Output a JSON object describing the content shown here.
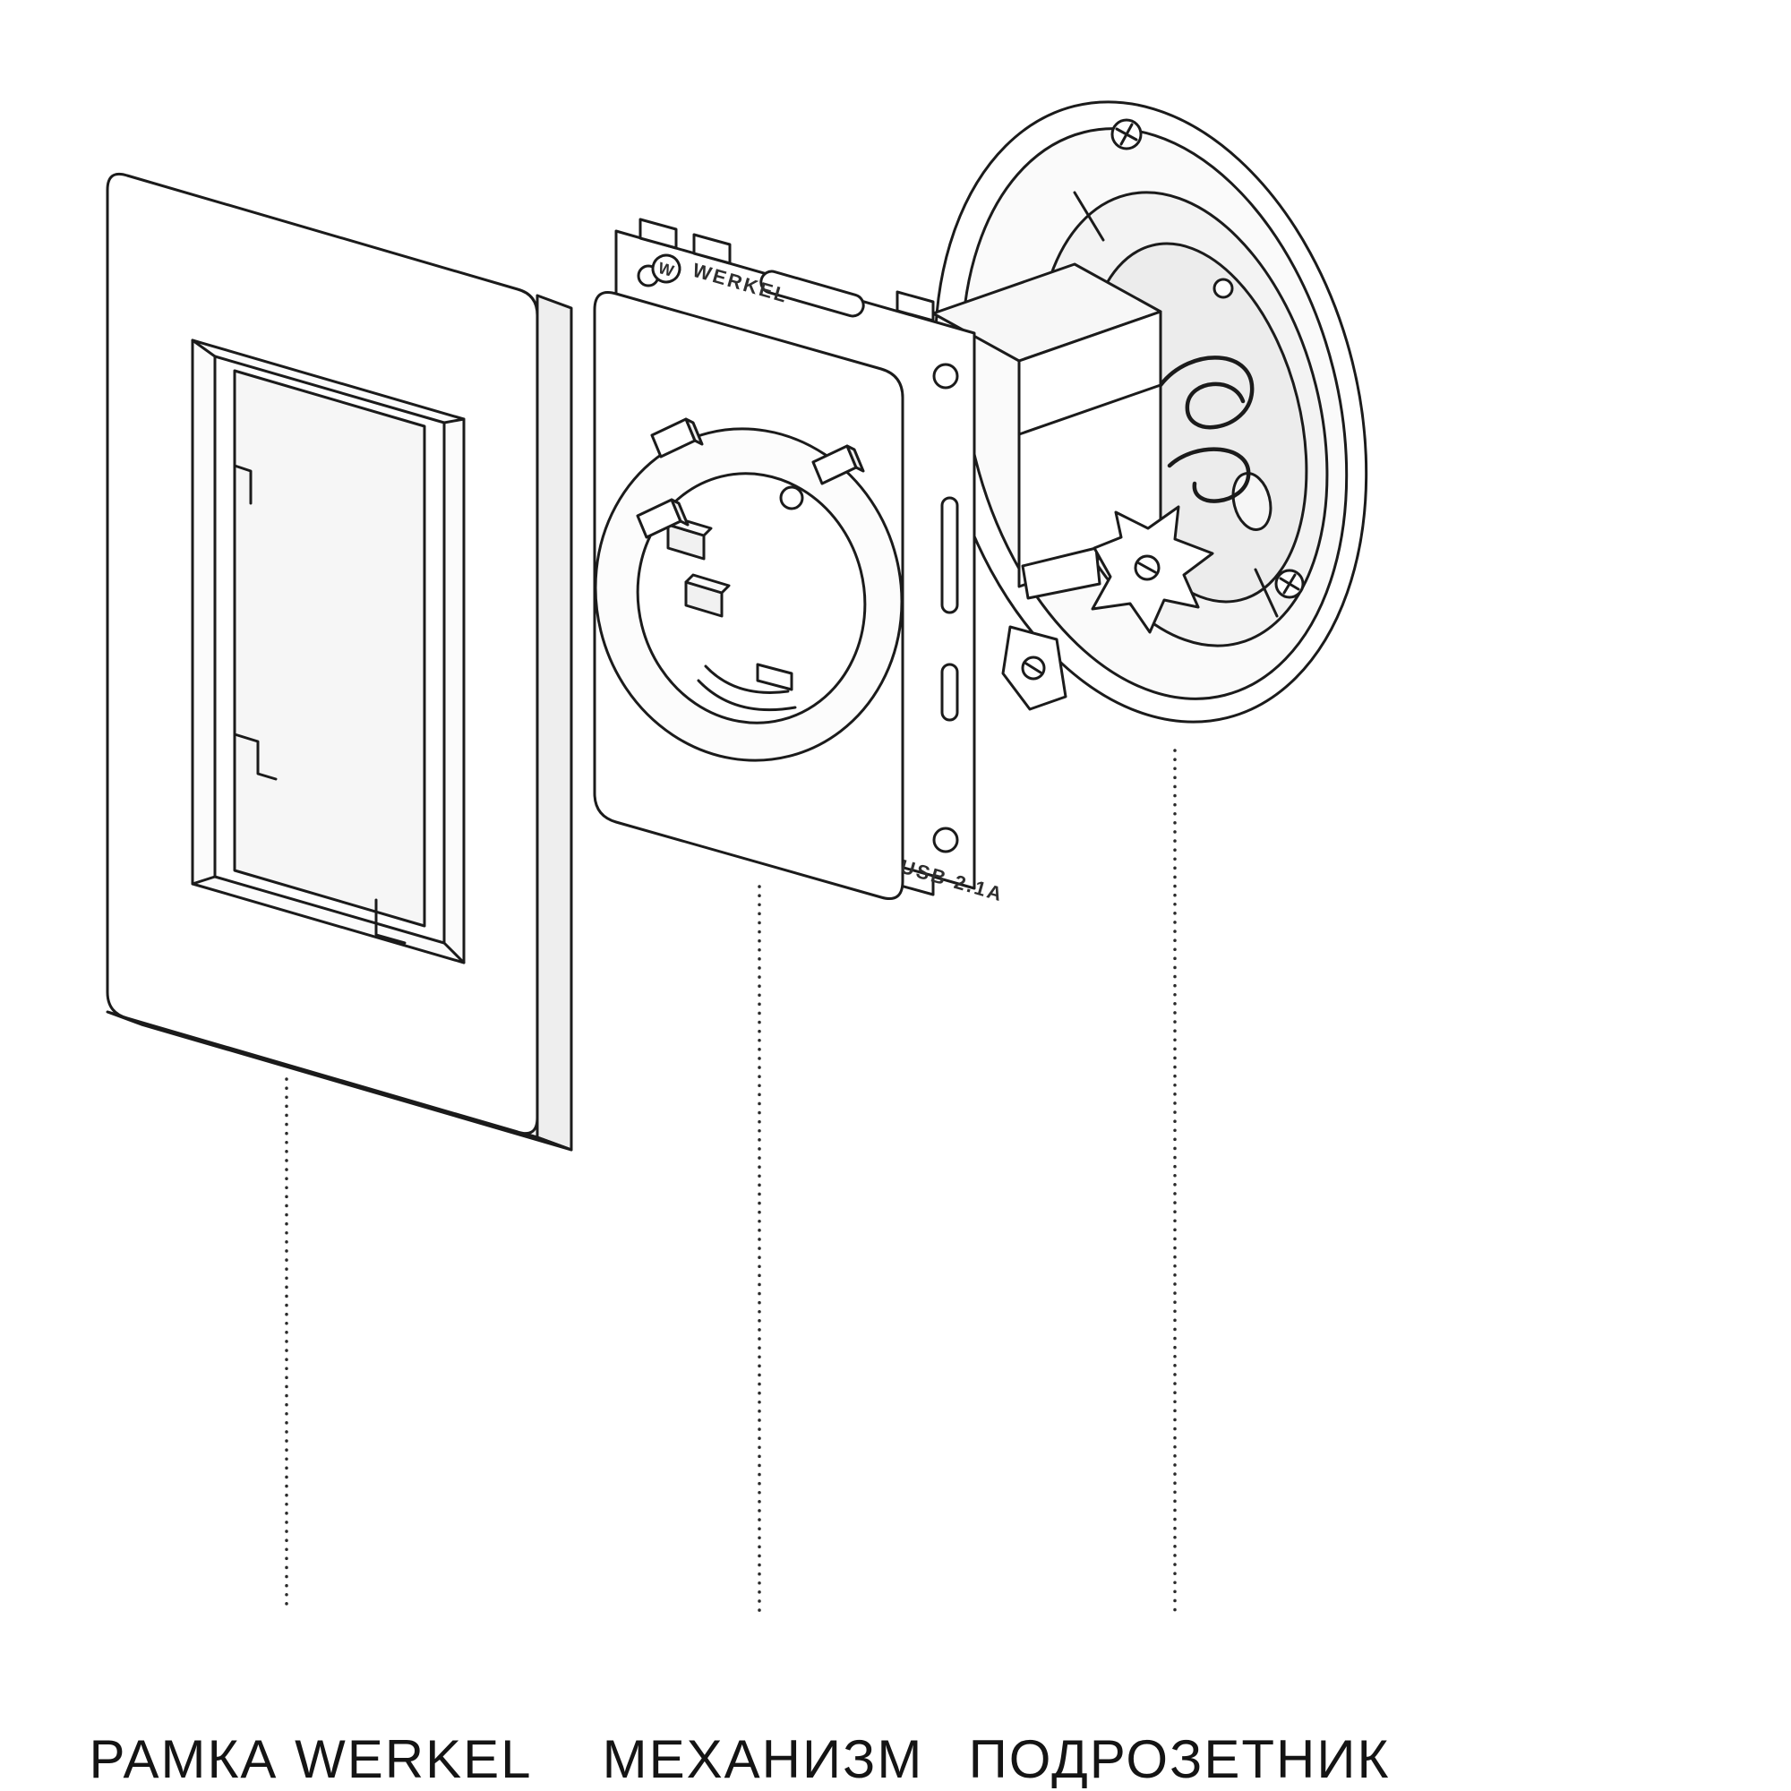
{
  "diagram": {
    "labels": {
      "frame": "РАМКА WERKEL",
      "mechanism": "МЕХАНИЗМ",
      "box": "ПОДРОЗЕТНИК"
    },
    "markings": {
      "brand_mark": "W",
      "brand": "WERKEL",
      "usb_rating": "USB 2.1A"
    },
    "colors": {
      "background": "#ffffff",
      "line": "#1b1b1b",
      "label_text": "#141414"
    }
  }
}
